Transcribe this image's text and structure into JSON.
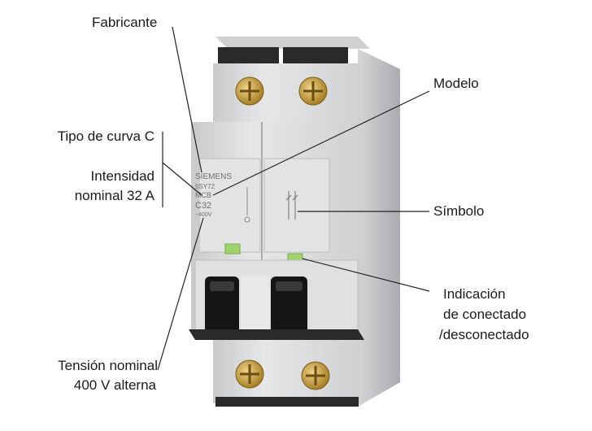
{
  "labels": {
    "fabricante": "Fabricante",
    "modelo": "Modelo",
    "tipo_curva": "Tipo de curva C",
    "intensidad_line1": "Intensidad",
    "intensidad_line2": "nominal 32 A",
    "simbolo": "Símbolo",
    "indicacion_line1": "Indicación",
    "indicacion_line2": "de conectado",
    "indicacion_line3": "/desconectado",
    "tension_line1": "Tensión nominal",
    "tension_line2": "400 V alterna"
  },
  "device": {
    "brand": "SIEMENS",
    "model": "5SY72",
    "type": "MCB",
    "rating": "C32",
    "voltage": "~400V"
  },
  "colors": {
    "body": "#d9dadb",
    "body_shadow": "#b9bbbd",
    "toggle": "#1a1a1a",
    "indicator": "#9fd46a",
    "screw": "#c9a449",
    "leader": "#222222"
  }
}
